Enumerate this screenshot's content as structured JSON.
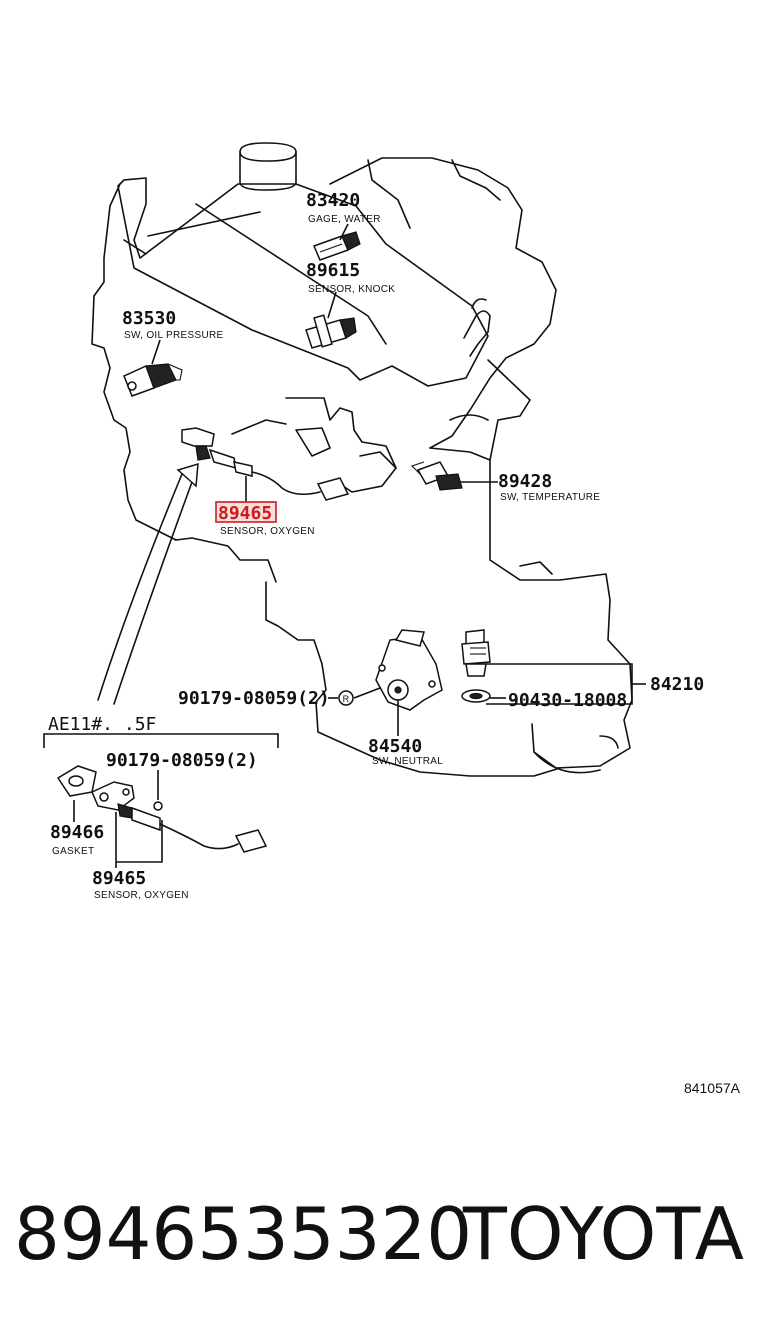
{
  "parts": [
    {
      "number": "83420",
      "name": "GAGE, WATER"
    },
    {
      "number": "89615",
      "name": "SENSOR, KNOCK"
    },
    {
      "number": "83530",
      "name": "SW, OIL PRESSURE"
    },
    {
      "number": "89465",
      "name": "SENSOR, OXYGEN",
      "highlighted": true
    },
    {
      "number": "89428",
      "name": "SW, TEMPERATURE"
    },
    {
      "number": "84210",
      "name": ""
    },
    {
      "number": "90430-18008",
      "name": ""
    },
    {
      "number": "90179-08059(2)",
      "name": ""
    },
    {
      "number": "84540",
      "name": "SW, NEUTRAL"
    }
  ],
  "inset": {
    "title": "AE11#. .5F",
    "parts": [
      {
        "number": "90179-08059(2)",
        "name": ""
      },
      {
        "number": "89466",
        "name": "GASKET"
      },
      {
        "number": "89465",
        "name": "SENSOR, OXYGEN"
      }
    ]
  },
  "reference_code": "841057A",
  "footer": {
    "part_number": "8946535320",
    "brand": "TOYOTA"
  },
  "colors": {
    "highlight": "#d11a1a",
    "highlight_fill": "#f4dede",
    "ink": "#111111"
  }
}
